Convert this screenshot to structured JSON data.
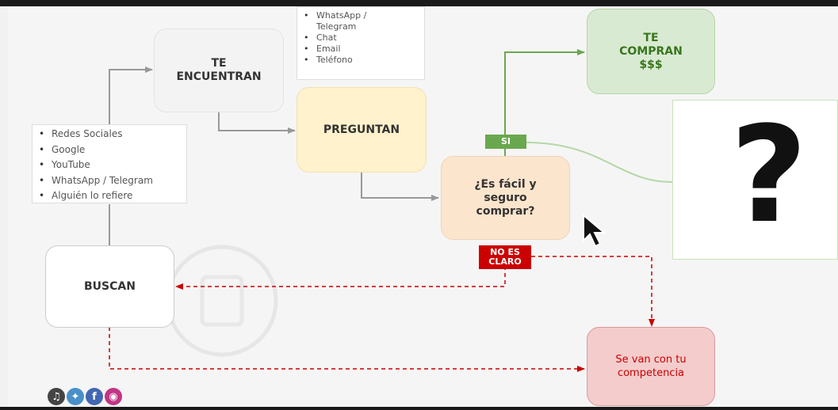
{
  "nodes": {
    "te_encuentran": "TE\nENCUENTRAN",
    "preguntan": "PREGUNTAN",
    "es_facil": "¿Es fácil y\nseguro\ncomprar?",
    "te_compran": "TE\nCOMPRAN\n$$$",
    "buscan": "BUSCAN",
    "se_van": "Se van con tu\ncompetencia"
  },
  "labels": {
    "si": "SI",
    "no_es_claro": "NO ES\nCLARO"
  },
  "lists": {
    "busqueda": [
      "Redes Sociales",
      "Google",
      "YouTube",
      "WhatsApp / Telegram",
      "Alguién lo refiere"
    ],
    "canales": [
      "WhatsApp /\nTelegram",
      "Chat",
      "Email",
      "Teléfono"
    ]
  },
  "question_mark": "?",
  "social_icons": [
    "tiktok-icon",
    "twitter-icon",
    "facebook-icon",
    "instagram-icon"
  ],
  "colors": {
    "green_arrow": "#6aa84f",
    "gray_arrow": "#999999",
    "red_dashed": "#cc0000",
    "green_box": "#d9ead3",
    "yellow_box": "#fff2cc",
    "peach_box": "#fce5cd",
    "gray_box": "#f3f3f3",
    "red_box": "#f4cccc",
    "tag_green": "#6aa84f",
    "tag_red": "#cc0000"
  }
}
